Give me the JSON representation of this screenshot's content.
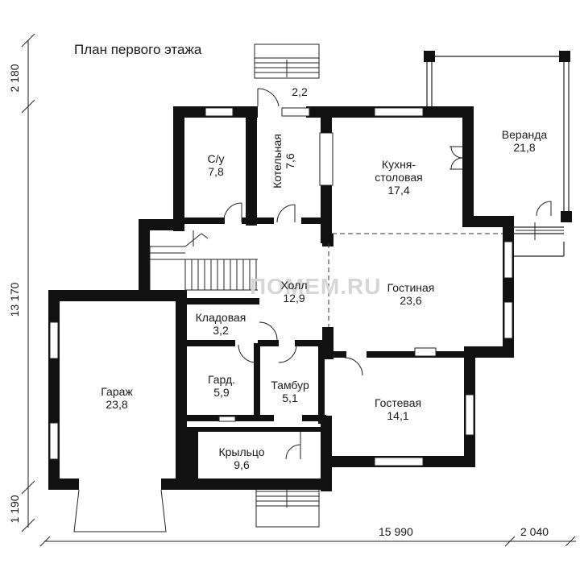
{
  "title": "План первого этажа",
  "watermark": "ПОМЕМ.RU",
  "rooms": {
    "veranda": {
      "name": "Веранда",
      "area": "21,8"
    },
    "kitchen": {
      "name1": "Кухня-",
      "name2": "столовая",
      "area": "17,4"
    },
    "bath": {
      "name": "С/у",
      "area": "7,8"
    },
    "boiler": {
      "name": "Котельная",
      "area": "7,6"
    },
    "porch_top": {
      "area": "2,2"
    },
    "hall": {
      "name": "Холл",
      "area": "12,9"
    },
    "living": {
      "name": "Гостиная",
      "area": "23,6"
    },
    "storage": {
      "name": "Кладовая",
      "area": "3,2"
    },
    "garage": {
      "name": "Гараж",
      "area": "23,8"
    },
    "wardrobe": {
      "name": "Гард.",
      "area": "5,9"
    },
    "vestibule": {
      "name": "Тамбур",
      "area": "5,1"
    },
    "guest": {
      "name": "Гостевая",
      "area": "14,1"
    },
    "porch": {
      "name": "Крыльцо",
      "area": "9,6"
    }
  },
  "dimensions": {
    "left_top": "2 180",
    "left_middle": "13 170",
    "left_bottom": "1 190",
    "bottom_main": "15 990",
    "bottom_right": "2 040"
  }
}
